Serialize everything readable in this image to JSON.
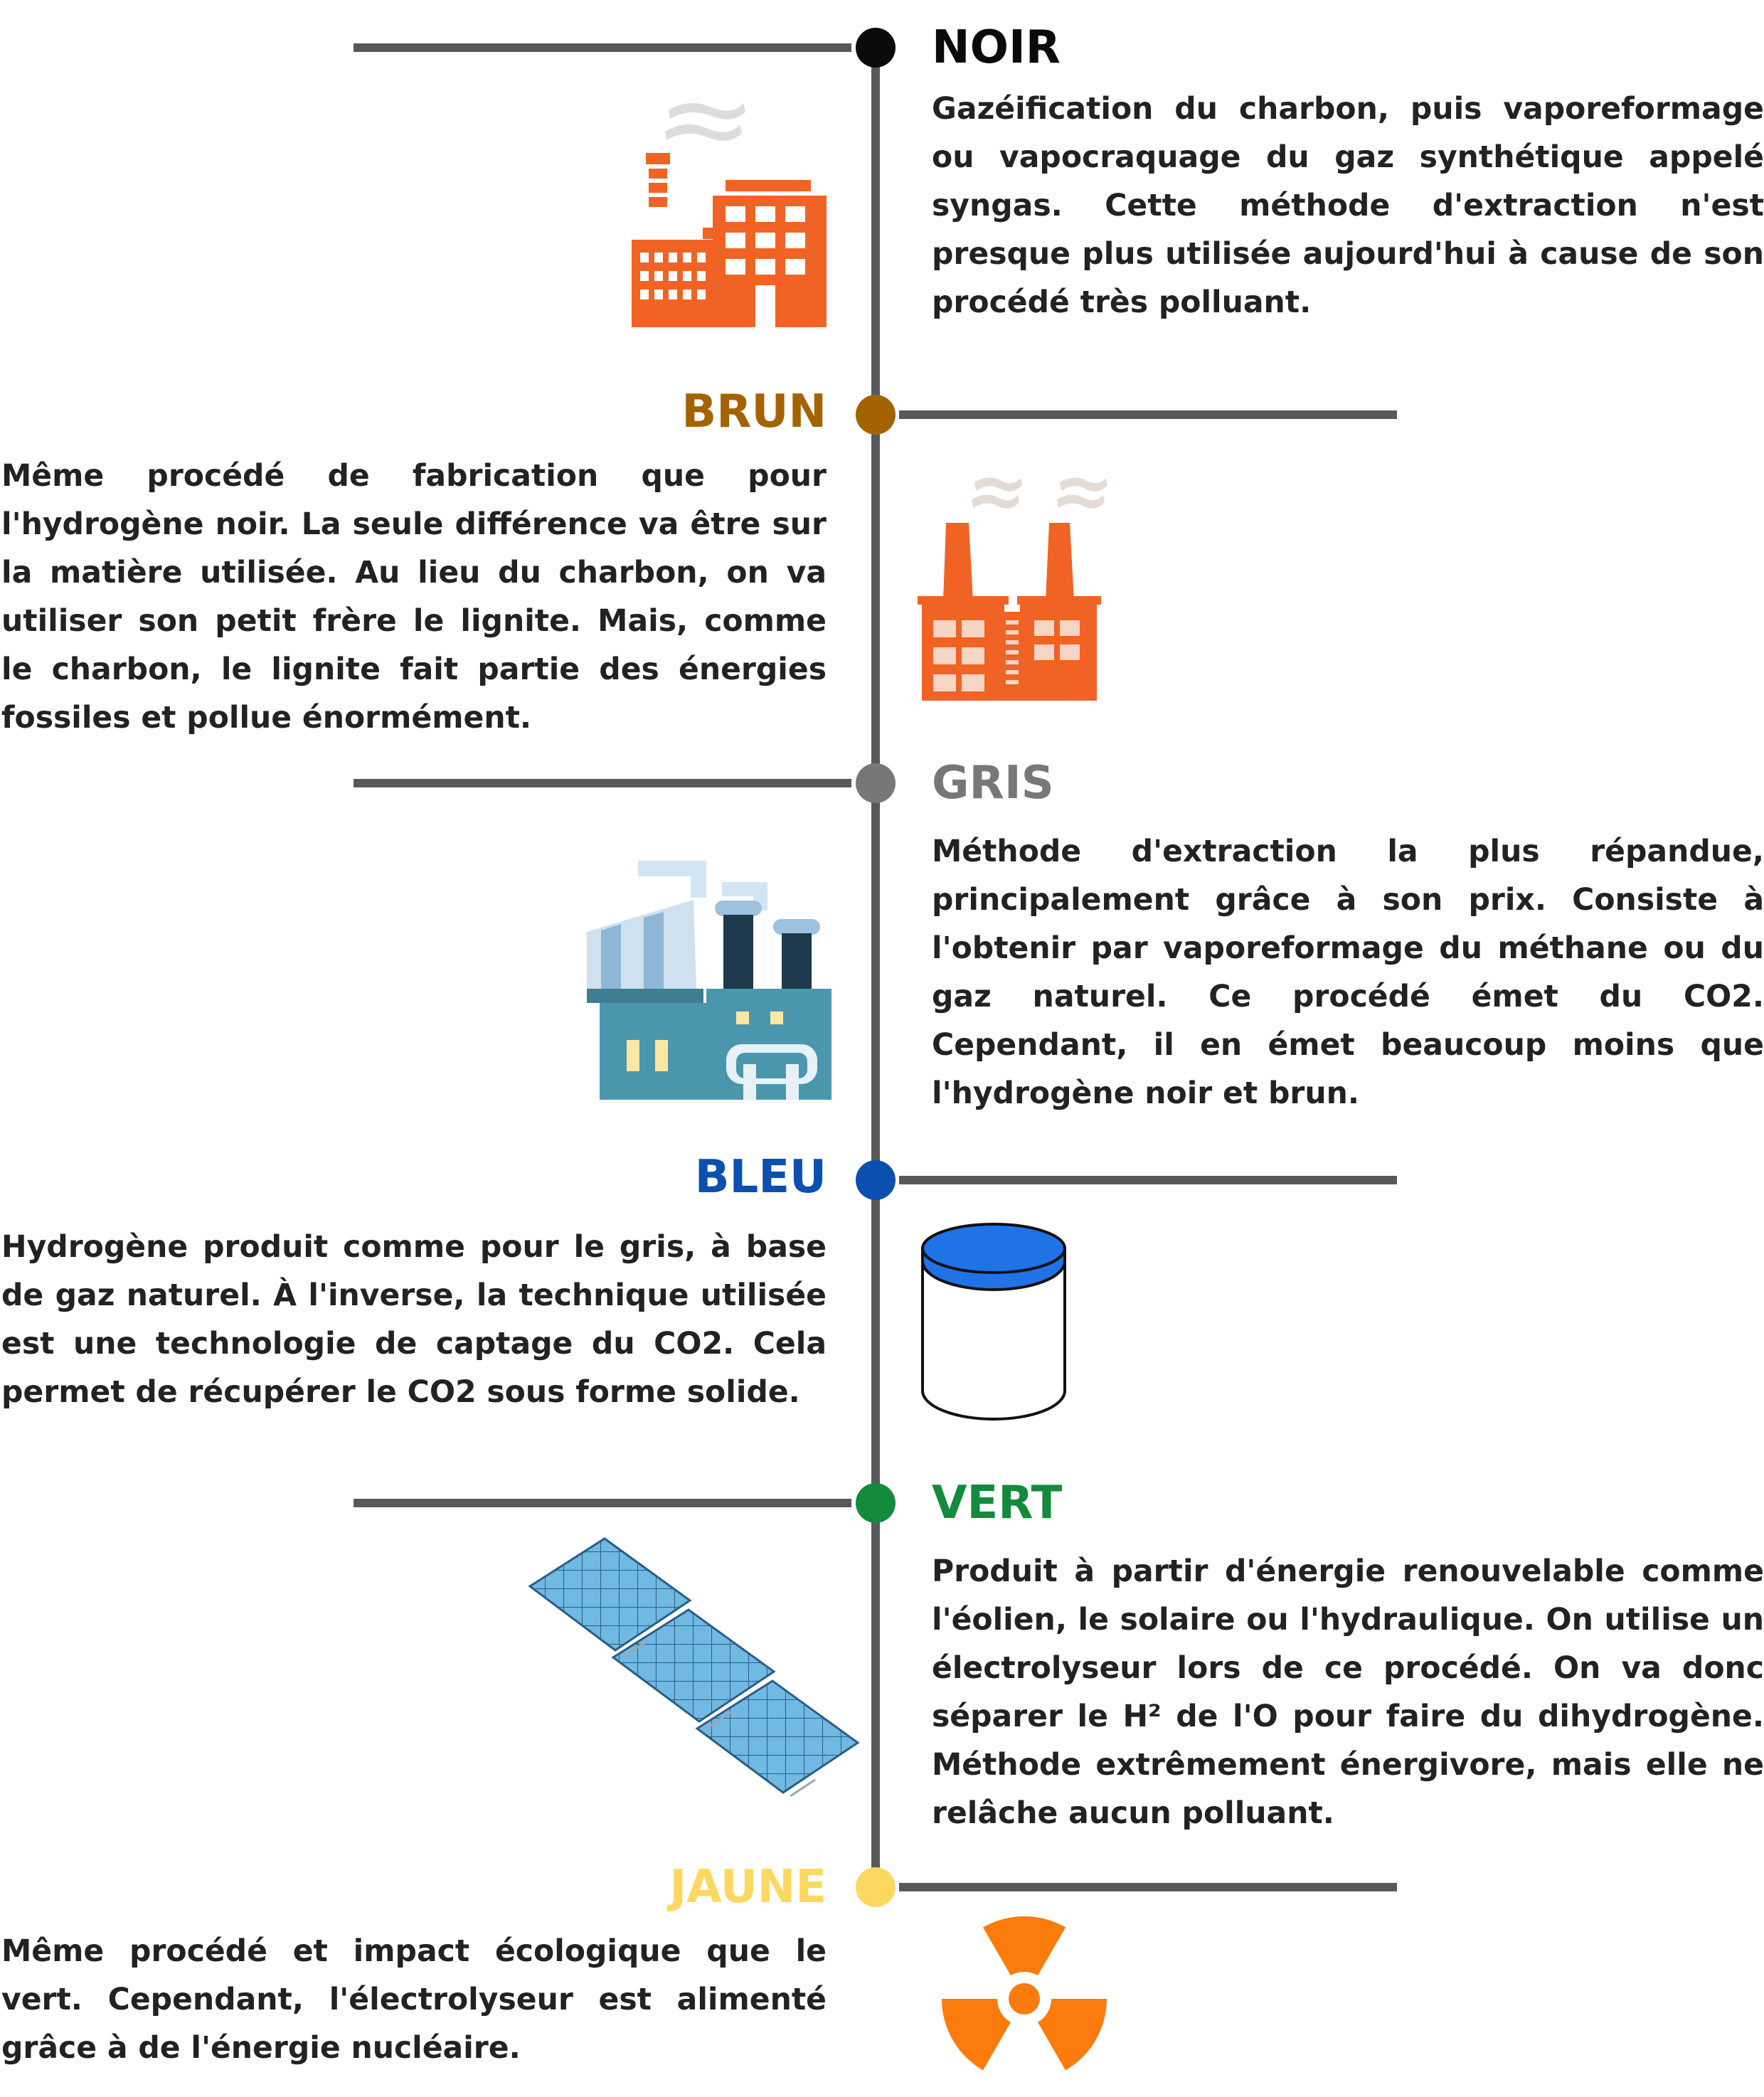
{
  "items": [
    {
      "key": "noir",
      "title": "NOIR",
      "color": "#0b0b0b",
      "icon": "factory-icon",
      "text": "Gazéification du charbon, puis vaporeformage ou vapocraquage du gaz synthétique appelé syngas. Cette méthode d'extraction n'est presque plus utilisée aujourd'hui à cause de son procédé très polluant."
    },
    {
      "key": "brun",
      "title": "BRUN",
      "color": "#a36300",
      "icon": "factory-twin-chimney-icon",
      "text": "Même procédé de fabrication que pour l'hydrogène noir. La seule différence va être sur la matière utilisée. Au lieu du charbon, on va utiliser son petit frère le lignite. Mais, comme le charbon, le lignite fait partie des énergies fossiles et pollue énormément."
    },
    {
      "key": "gris",
      "title": "GRIS",
      "color": "#777777",
      "icon": "industrial-plant-icon",
      "text": "Méthode d'extraction la plus répandue, principalement grâce à son prix. Consiste à l'obtenir par vaporeformage du méthane ou du gaz naturel. Ce procédé émet du CO2. Cependant, il en émet beaucoup moins que l'hydrogène noir et brun."
    },
    {
      "key": "bleu",
      "title": "BLEU",
      "color": "#0b4fb0",
      "icon": "storage-tank-icon",
      "text": "Hydrogène produit comme pour le gris, à base de gaz naturel. À l'inverse, la technique utilisée est une technologie de captage du CO2. Cela permet de récupérer le CO2 sous forme solide."
    },
    {
      "key": "vert",
      "title": "VERT",
      "color": "#138a3c",
      "icon": "solar-panels-icon",
      "text": "Produit à partir d'énergie renouvelable comme l'éolien, le solaire ou l'hydraulique. On utilise un électrolyseur lors de ce procédé. On va donc séparer le H² de l'O pour faire du dihydrogène. Méthode extrêmement énergivore, mais elle ne relâche aucun polluant."
    },
    {
      "key": "jaune",
      "title": "JAUNE",
      "color": "#fbd960",
      "icon": "radiation-icon",
      "text": "Même procédé et impact écologique que le vert. Cependant, l'électrolyseur est alimenté grâce à de l'énergie nucléaire."
    }
  ],
  "colors": {
    "line": "#58585a",
    "factory_orange": "#f06324",
    "radiation_orange": "#fb7c0c",
    "tank_blue": "#1f73e6",
    "plant_teal": "#4a97ad",
    "solar_blue": "#6fb9e3"
  }
}
